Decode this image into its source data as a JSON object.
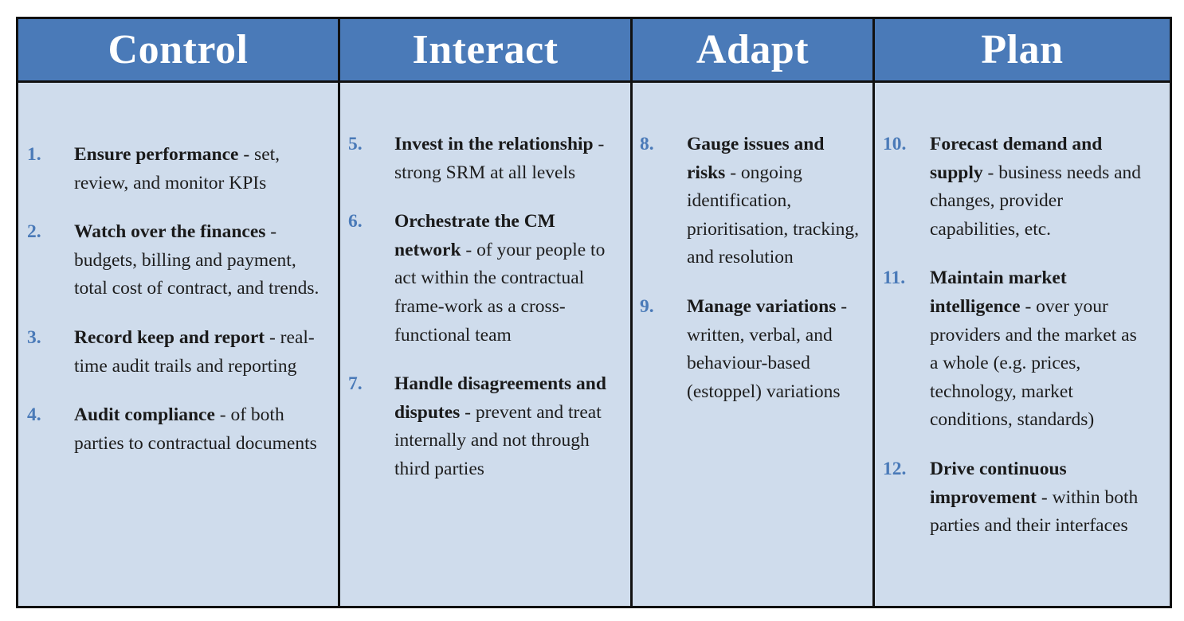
{
  "columns": [
    {
      "title": "Control",
      "items": [
        {
          "number": "1.",
          "term": "Ensure performance",
          "desc": " - set, review, and monitor KPIs"
        },
        {
          "number": "2.",
          "term": "Watch over the finances",
          "desc": " - budgets, billing and payment, total cost of contract, and trends."
        },
        {
          "number": "3.",
          "term": "Record keep and report",
          "desc": " - real-time audit trails and reporting"
        },
        {
          "number": "4.",
          "term": "Audit compliance",
          "desc": " - of both parties to contractual documents"
        }
      ]
    },
    {
      "title": "Interact",
      "items": [
        {
          "number": "5.",
          "term": "Invest in the relationship",
          "desc": " - strong SRM at all levels"
        },
        {
          "number": "6.",
          "term": "Orchestrate the CM network",
          "desc": " - of your people to act within the contractual frame-work as a cross-functional team"
        },
        {
          "number": "7.",
          "term": "Handle disagreements and disputes",
          "desc": " - prevent and treat internally and not through third parties"
        }
      ]
    },
    {
      "title": "Adapt",
      "items": [
        {
          "number": "8.",
          "term": "Gauge issues and risks",
          "desc": " - ongoing identification, prioritisation, tracking, and resolution"
        },
        {
          "number": "9.",
          "term": "Manage variations",
          "desc": " -written, verbal, and behaviour-based (estoppel) variations"
        }
      ]
    },
    {
      "title": "Plan",
      "items": [
        {
          "number": "10.",
          "term": "Forecast demand and supply",
          "desc": " - business needs and changes, provider capabilities, etc."
        },
        {
          "number": "11.",
          "term": "Maintain market intelligence",
          "desc": " - over your providers and the market as a whole (e.g. prices, technology, market conditions, standards)"
        },
        {
          "number": "12.",
          "term": "Drive continuous improvement",
          "desc": " - within both parties and their interfaces"
        }
      ]
    }
  ],
  "colors": {
    "header": "#4a7ab8",
    "body": "#cfdcec",
    "border": "#111111",
    "number": "#4a7ab8"
  }
}
